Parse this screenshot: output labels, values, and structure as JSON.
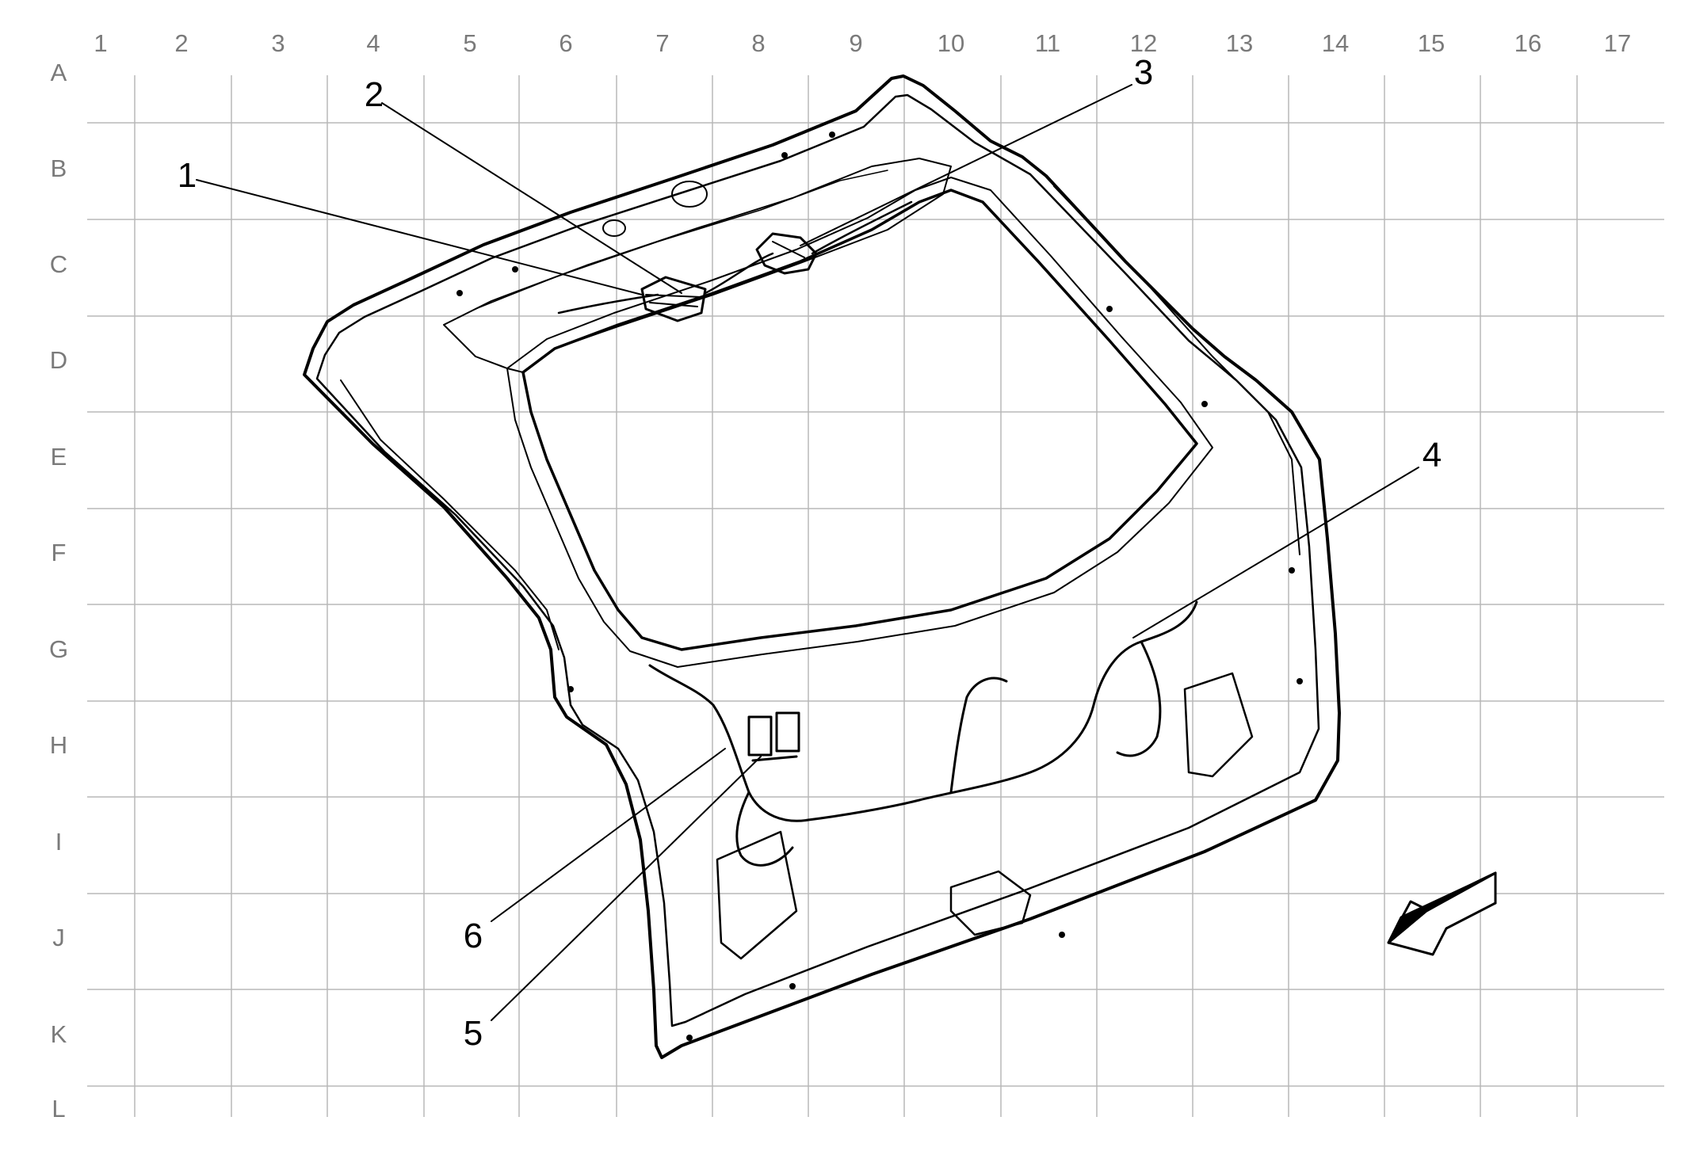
{
  "grid": {
    "columns": [
      "1",
      "2",
      "3",
      "4",
      "5",
      "6",
      "7",
      "8",
      "9",
      "10",
      "11",
      "12",
      "13",
      "14",
      "15",
      "16",
      "17"
    ],
    "rows": [
      "A",
      "B",
      "C",
      "D",
      "E",
      "F",
      "G",
      "H",
      "I",
      "J",
      "K",
      "L"
    ]
  },
  "callouts": [
    {
      "label": "1"
    },
    {
      "label": "2"
    },
    {
      "label": "3"
    },
    {
      "label": "4"
    },
    {
      "label": "5"
    },
    {
      "label": "6"
    }
  ],
  "colors": {
    "grid": "#b8b8b8",
    "line": "#000000",
    "label": "#7a7a7a"
  },
  "icons": {
    "direction_arrow": "view-direction-arrow-icon"
  }
}
